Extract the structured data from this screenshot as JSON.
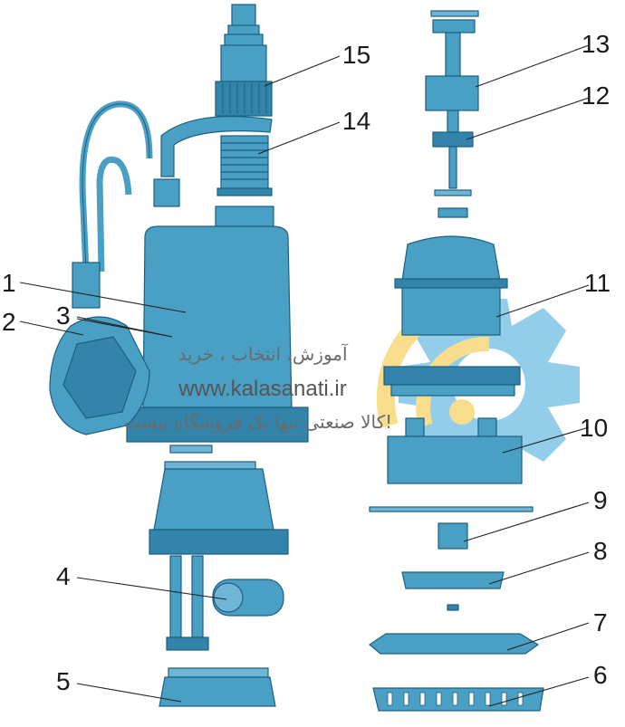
{
  "callouts": [
    {
      "num": "1"
    },
    {
      "num": "2"
    },
    {
      "num": "3"
    },
    {
      "num": "4"
    },
    {
      "num": "5"
    },
    {
      "num": "6"
    },
    {
      "num": "7"
    },
    {
      "num": "8"
    },
    {
      "num": "9"
    },
    {
      "num": "10"
    },
    {
      "num": "11"
    },
    {
      "num": "12"
    },
    {
      "num": "13"
    },
    {
      "num": "14"
    },
    {
      "num": "15"
    }
  ],
  "watermark": {
    "line1": "آموزش، انتخاب ، خرید",
    "url": "www.kalasanati.ir",
    "line3": "کالا صنعتی تنها یک فروشگاه نیست!"
  },
  "colors": {
    "part": "#4a9fc4",
    "outline": "#1d5f80",
    "watermark_yellow": "#f2c230",
    "watermark_blue": "#3aa6d8"
  }
}
